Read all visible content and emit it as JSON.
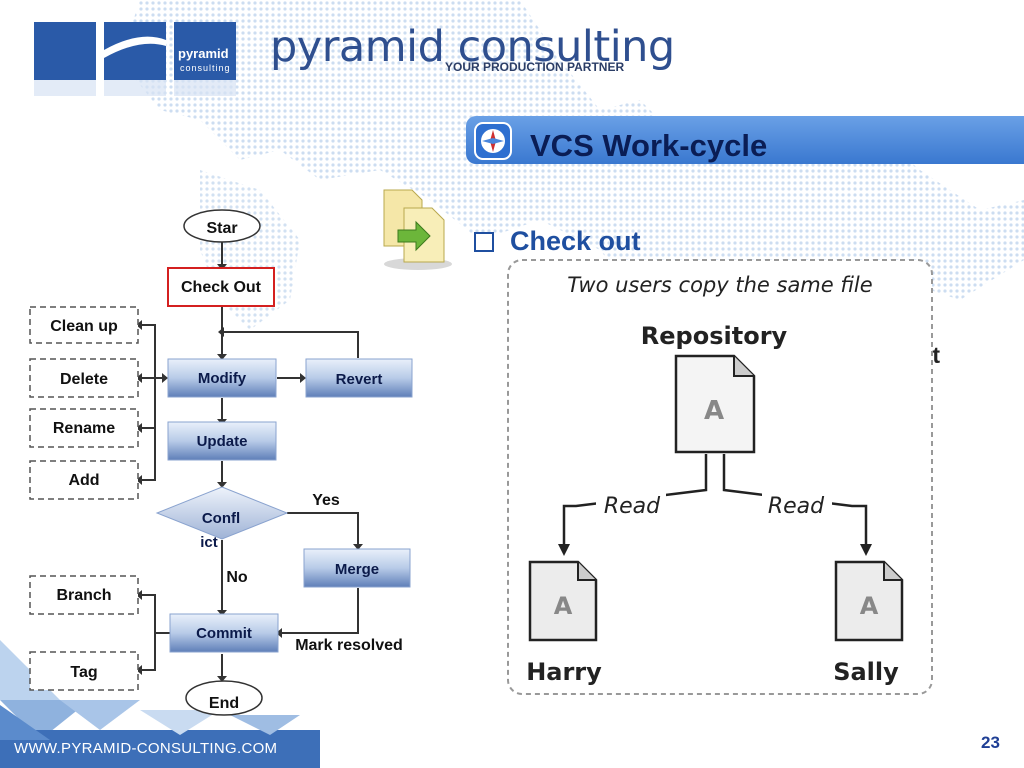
{
  "brand": {
    "logo_word": "pyramid",
    "logo_sub": "consulting",
    "name": "pyramid consulting",
    "tagline": "YOUR PRODUCTION PARTNER",
    "url": "WWW.PYRAMID-CONSULTING.COM"
  },
  "slide": {
    "title": "VCS Work-cycle",
    "section": "Check out",
    "cut_text": "ıt",
    "page_number": "23"
  },
  "flowchart": {
    "start": "Star",
    "check_out": "Check Out",
    "modify": "Modify",
    "revert": "Revert",
    "update": "Update",
    "conflict_line1": "Confl",
    "conflict_line2": "ict",
    "yes": "Yes",
    "no": "No",
    "merge": "Merge",
    "commit": "Commit",
    "mark_resolved": "Mark resolved",
    "end": "End",
    "side_ops": [
      "Clean up",
      "Delete",
      "Rename",
      "Add"
    ],
    "branch_ops": [
      "Branch",
      "Tag"
    ]
  },
  "illustration": {
    "caption": "Two users copy the same file",
    "repository": "Repository",
    "file_label": "A",
    "read_left": "Read",
    "read_right": "Read",
    "user_left": "Harry",
    "user_right": "Sally"
  },
  "colors": {
    "title_bar": "#4a86dc",
    "title_text": "#0a1d55",
    "accent_blue": "#1f4fa0",
    "check_out_border": "#d42020"
  }
}
